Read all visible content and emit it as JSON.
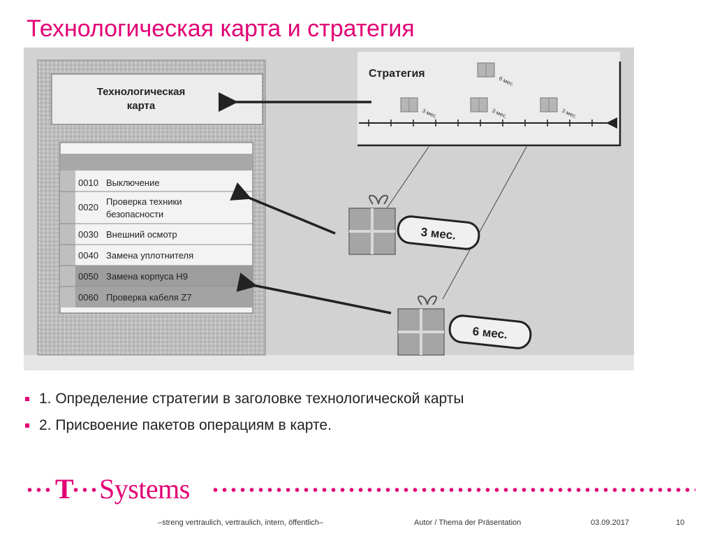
{
  "slide": {
    "title": "Технологическая карта и стратегия"
  },
  "figure": {
    "left_panel": {
      "title_line1": "Технологическая",
      "title_line2": "карта",
      "operations": [
        {
          "code": "0010",
          "name": "Выключение"
        },
        {
          "code": "0020",
          "name_line1": "Проверка техники",
          "name_line2": "безопасности"
        },
        {
          "code": "0030",
          "name": "Внешний осмотр"
        },
        {
          "code": "0040",
          "name": "Замена уплотнителя"
        },
        {
          "code": "0050",
          "name": "Замена корпуса H9"
        },
        {
          "code": "0060",
          "name": "Проверка кабеля Z7"
        }
      ]
    },
    "strategy": {
      "title": "Стратегия",
      "small_labels": [
        "6 мес.",
        "3 мес.",
        "3 мес.",
        "3 мес."
      ]
    },
    "packages": [
      {
        "label": "3 мес."
      },
      {
        "label": "6 мес."
      }
    ]
  },
  "bullets": [
    "1. Определение стратегии в заголовке технологической карты",
    "2. Присвоение пакетов операциям в карте."
  ],
  "brand": {
    "t_letter": "T",
    "name": "Systems",
    "color": "#E20074"
  },
  "footer": {
    "confidentiality": "–streng vertraulich, vertraulich, intern, öffentlich–",
    "author_topic": "Autor / Thema der Präsentation",
    "date": "03.09.2017",
    "page": "10"
  }
}
